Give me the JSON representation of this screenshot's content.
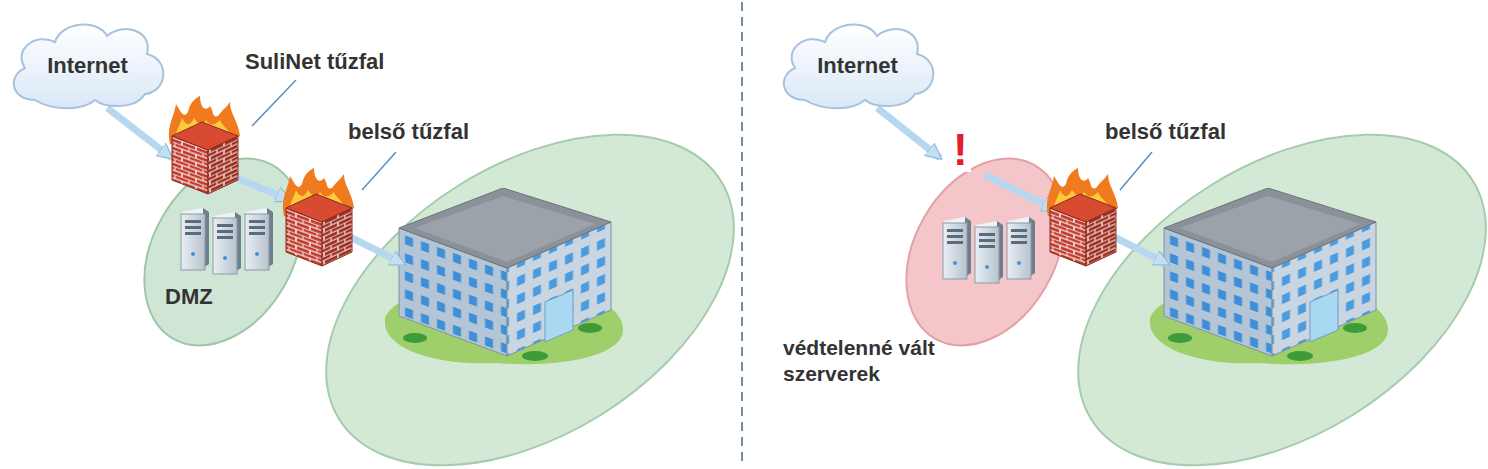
{
  "diagram": {
    "nodes": [
      {
        "text": [
          "Internet"
        ]
      },
      {
        "text": [
          "DMZ"
        ]
      },
      {
        "text": [
          "Internet"
        ]
      },
      {
        "text": [
          "védtelenné vált szerverek"
        ]
      }
    ],
    "edges": [
      {
        "from": 0,
        "to": 1,
        "arrow": "to"
      },
      {
        "from": 2,
        "to": 3,
        "arrow": "to"
      }
    ],
    "labels": [
      "SuliNet tűzfal",
      "belső tűzfal",
      "!",
      "belső tűzfal"
    ]
  }
}
